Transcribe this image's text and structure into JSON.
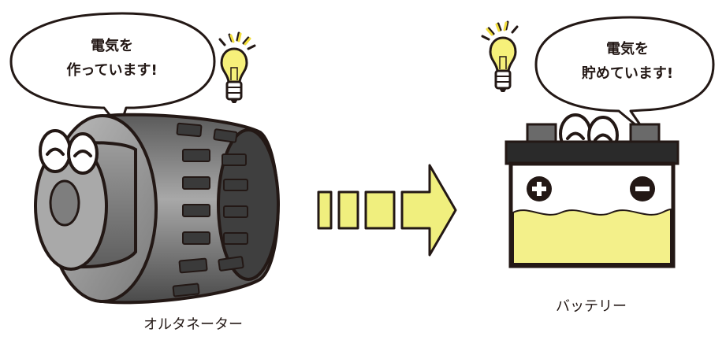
{
  "left": {
    "bubble_line1": "電気を",
    "bubble_line2": "作っています!",
    "caption": "オルタネーター"
  },
  "right": {
    "bubble_line1": "電気を",
    "bubble_line2": "貯めています!",
    "caption": "バッテリー"
  },
  "colors": {
    "outline": "#231815",
    "bulb_yellow": "#f6f07a",
    "arrow_yellow": "#f0ef7e",
    "battery_fluid": "#f3f08a",
    "alternator_gray": "#8a8a8a",
    "battery_dark": "#2a2a2a"
  },
  "icons": [
    "lightbulb-icon",
    "plus-terminal-icon",
    "minus-terminal-icon",
    "arrow-right-icon"
  ]
}
